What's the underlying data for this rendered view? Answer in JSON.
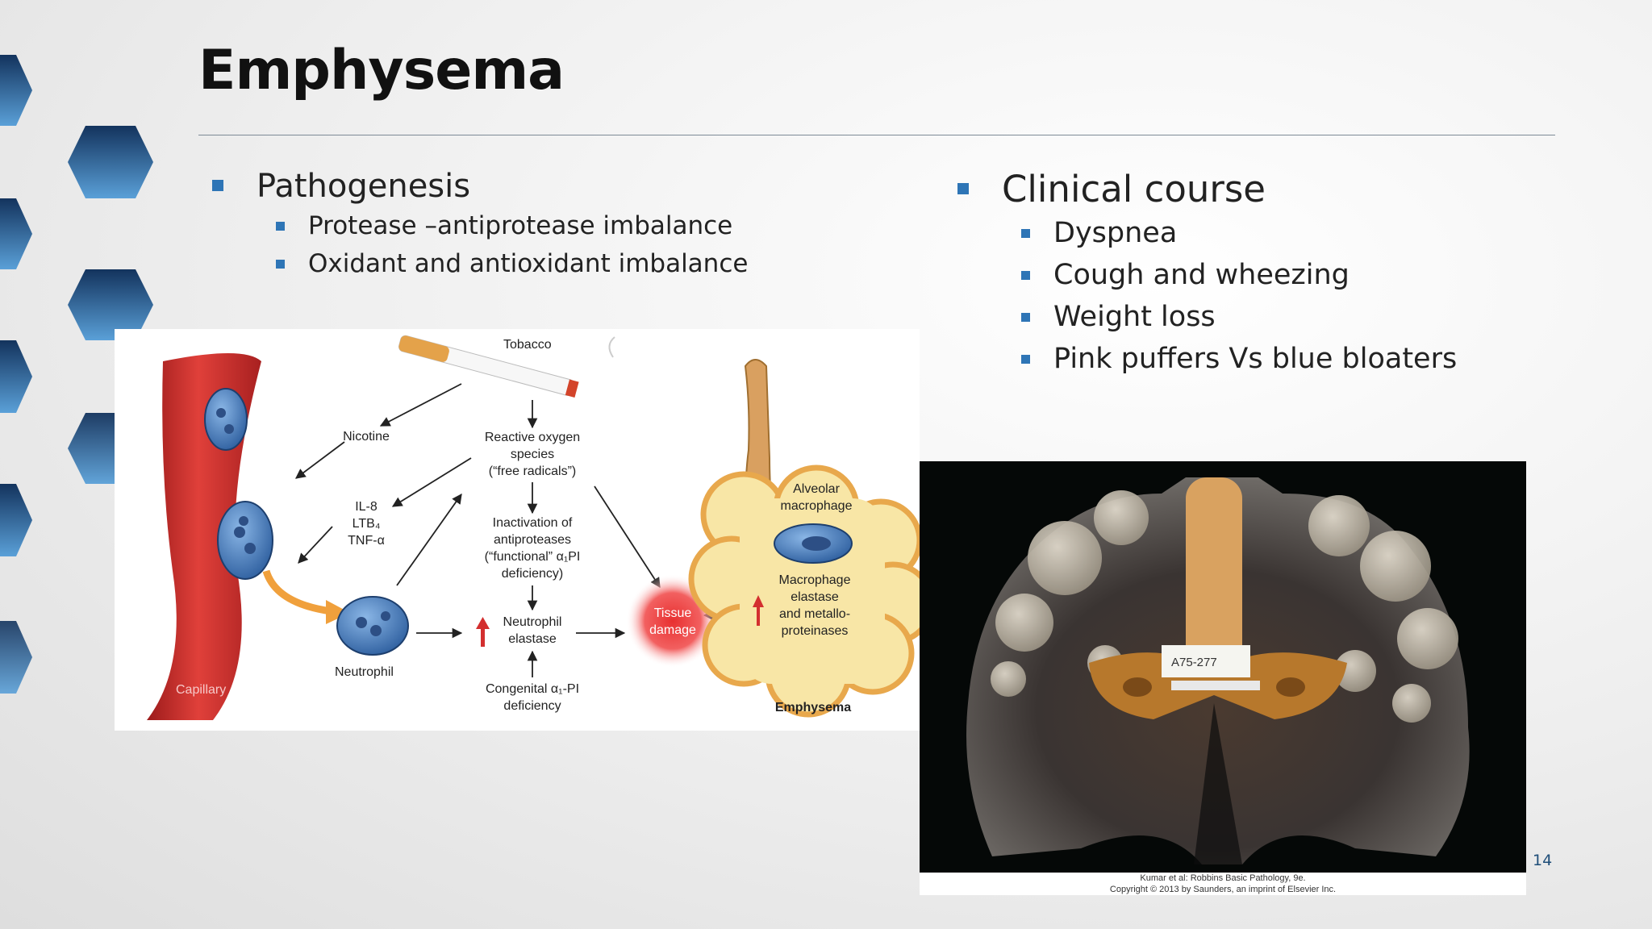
{
  "slide": {
    "title": "Emphysema",
    "page_number": "14",
    "accent_color": "#2e75b6"
  },
  "left_column": {
    "heading": "Pathogenesis",
    "items": [
      "Protease –antiprotease imbalance",
      "Oxidant and antioxidant imbalance"
    ]
  },
  "right_column": {
    "heading": "Clinical course",
    "items": [
      "Dyspnea",
      "Cough and wheezing",
      "Weight loss",
      "Pink puffers Vs blue bloaters"
    ]
  },
  "diagram": {
    "tobacco": "Tobacco",
    "nicotine": "Nicotine",
    "ros": [
      "Reactive oxygen",
      "species",
      "(“free radicals”)"
    ],
    "chemokines": [
      "IL-8",
      "LTB₄",
      "TNF-α"
    ],
    "inactivation": [
      "Inactivation of",
      "antiproteases",
      "(“functional” α₁PI",
      "deficiency)"
    ],
    "neutrophil_elastase": [
      "Neutrophil",
      "elastase"
    ],
    "congenital": [
      "Congenital α₁-PI",
      "deficiency"
    ],
    "neutrophil": "Neutrophil",
    "capillary": "Capillary",
    "tissue_damage": [
      "Tissue",
      "damage"
    ],
    "alveolar_macrophage": [
      "Alveolar",
      "macrophage"
    ],
    "macrophage_elastase": [
      "Macrophage",
      "elastase",
      "and metallo-",
      "proteinases"
    ],
    "emphysema": "Emphysema"
  },
  "photo": {
    "specimen_label": "A75-277",
    "caption_lines": [
      "Kumar et al: Robbins Basic Pathology, 9e.",
      "Copyright © 2013  by Saunders, an imprint of Elsevier Inc."
    ]
  }
}
